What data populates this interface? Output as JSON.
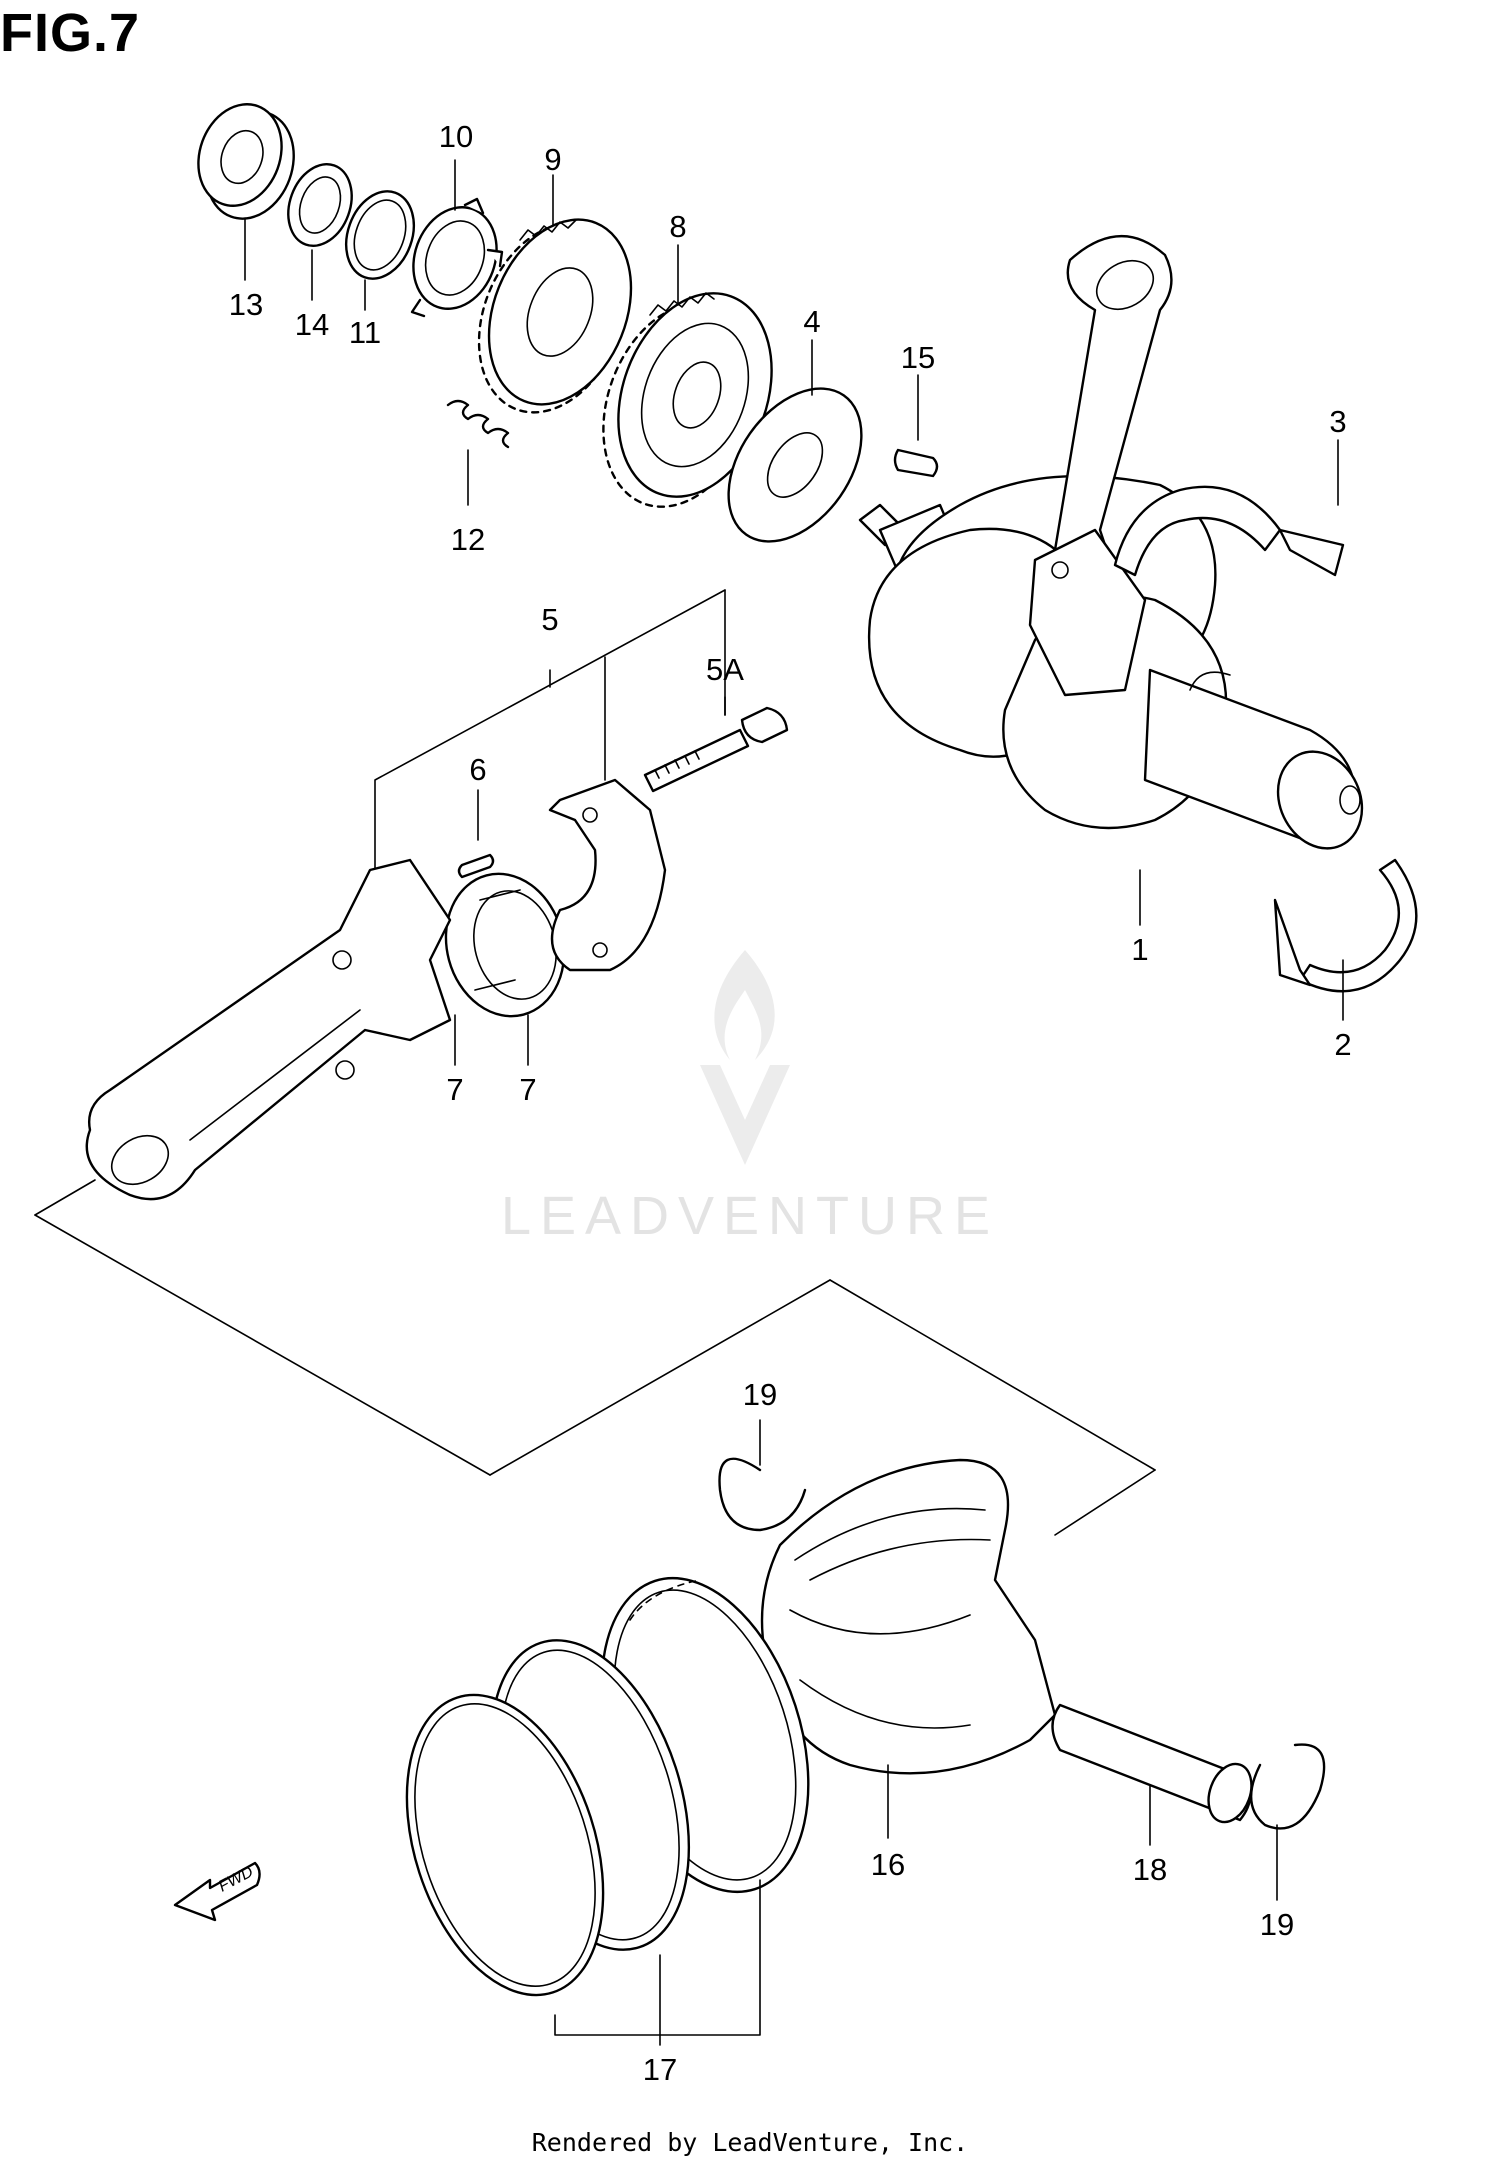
{
  "figure": {
    "title": "FIG.7"
  },
  "callouts": {
    "c1": "1",
    "c2": "2",
    "c3": "3",
    "c4": "4",
    "c5": "5",
    "c5a": "5A",
    "c6": "6",
    "c7a": "7",
    "c7b": "7",
    "c8": "8",
    "c9": "9",
    "c10": "10",
    "c11": "11",
    "c12": "12",
    "c13": "13",
    "c14": "14",
    "c15": "15",
    "c16": "16",
    "c17": "17",
    "c18": "18",
    "c19a": "19",
    "c19b": "19"
  },
  "fwd_arrow_label": "FWD",
  "watermark": {
    "text": "LEADVENTURE",
    "icon": "leadventure-flame-logo"
  },
  "footer": {
    "credit": "Rendered by LeadVenture, Inc."
  }
}
